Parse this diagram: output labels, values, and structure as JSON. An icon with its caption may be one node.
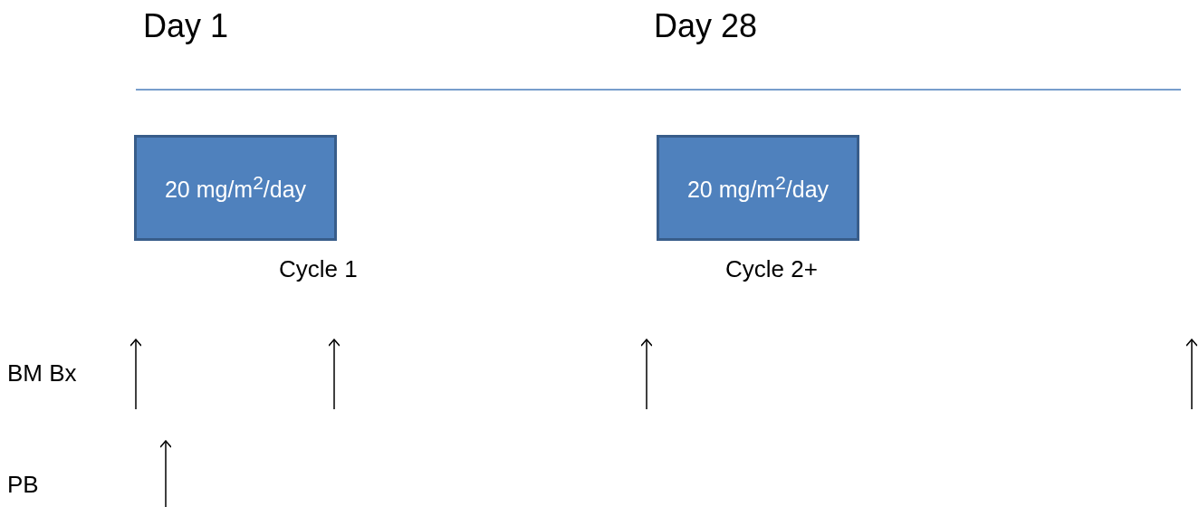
{
  "diagram": {
    "nodes": [
      {
        "text": [
          "20 mg/m$^{2}$/day"
        ]
      },
      {
        "text": [
          "20 mg/m$^{2}$/day"
        ]
      }
    ],
    "labels": [
      "Day 1",
      "Day 28",
      "Cycle 1",
      "Cycle 2+",
      "BM Bx",
      "PB"
    ]
  }
}
